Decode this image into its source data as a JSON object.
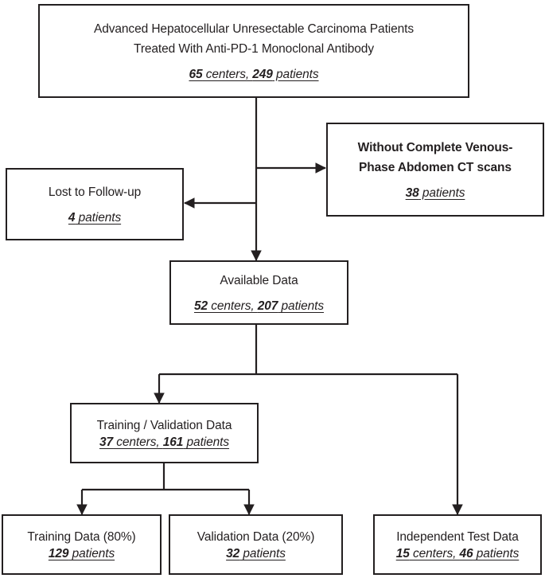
{
  "diagram": {
    "type": "flowchart",
    "title_implicit": "Patient selection flowchart",
    "line_color": "#231f20",
    "background": "#ffffff",
    "nodes": [
      {
        "id": "cohort",
        "title": "Advanced Hepatocellular Unresectable Carcinoma Patients\nTreated With Anti-PD-1 Monoclonal Antibody",
        "stats": "65 centers, 249 patients",
        "centers": 65,
        "patients": 249
      },
      {
        "id": "no-ct",
        "title": "Without Complete Venous-\nPhase Abdomen CT scans",
        "stats": "38 patients",
        "patients": 38
      },
      {
        "id": "lost",
        "title": "Lost to Follow-up",
        "stats": "4 patients",
        "patients": 4
      },
      {
        "id": "available",
        "title": "Available Data",
        "stats": "52 centers, 207 patients",
        "centers": 52,
        "patients": 207
      },
      {
        "id": "trainval",
        "title": "Training / Validation Data",
        "stats": "37 centers, 161 patients",
        "centers": 37,
        "patients": 161
      },
      {
        "id": "training",
        "title": "Training Data (80%)",
        "stats": "129 patients",
        "patients": 129
      },
      {
        "id": "validation",
        "title": "Validation Data (20%)",
        "stats": "32 patients",
        "patients": 32
      },
      {
        "id": "test",
        "title": "Independent Test Data",
        "stats": "15 centers, 46 patients",
        "centers": 15,
        "patients": 46
      }
    ],
    "edges": [
      {
        "from": "cohort",
        "to": "no-ct",
        "label": ""
      },
      {
        "from": "cohort",
        "to": "lost",
        "label": ""
      },
      {
        "from": "cohort",
        "to": "available",
        "label": ""
      },
      {
        "from": "available",
        "to": "trainval",
        "label": ""
      },
      {
        "from": "available",
        "to": "test",
        "label": ""
      },
      {
        "from": "trainval",
        "to": "training",
        "label": ""
      },
      {
        "from": "trainval",
        "to": "validation",
        "label": ""
      }
    ]
  }
}
